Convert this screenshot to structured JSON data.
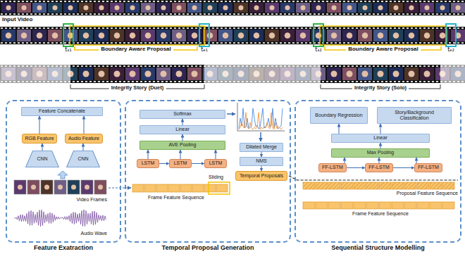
{
  "diagram": {
    "nodes": [
      {
        "text": [
          "Feature Exatraction"
        ]
      },
      {
        "text": [
          "Feature Concatenate"
        ],
        "in": 0
      },
      {
        "text": [
          "RGB Feature"
        ],
        "in": 0
      },
      {
        "text": [
          "Audio Feature"
        ],
        "in": 0
      },
      {
        "text": [
          "CNN"
        ],
        "in": 0
      },
      {
        "text": [
          "CNN"
        ],
        "in": 0
      },
      {
        "text": [
          "Temporal Proposal Generation"
        ]
      },
      {
        "text": [
          "Softmax"
        ],
        "in": 6
      },
      {
        "text": [
          "Linear"
        ],
        "in": 6
      },
      {
        "text": [
          "AVE Pooling"
        ],
        "in": 6
      },
      {
        "text": [
          "LSTM"
        ],
        "in": 6
      },
      {
        "text": [
          "LSTM"
        ],
        "in": 6
      },
      {
        "text": [
          "LSTM"
        ],
        "in": 6
      },
      {
        "text": [
          "Dilated Merge"
        ],
        "in": 6
      },
      {
        "text": [
          "NMS"
        ],
        "in": 6
      },
      {
        "text": [
          "Temporal Proposals"
        ],
        "in": 6
      },
      {
        "text": [
          "Sequential Structure Modelling"
        ]
      },
      {
        "text": [
          "Boundary Regression"
        ],
        "in": 16
      },
      {
        "text": [
          "Story/Background Classification"
        ],
        "in": 16
      },
      {
        "text": [
          "Linear"
        ],
        "in": 16
      },
      {
        "text": [
          "Max Pooling"
        ],
        "in": 16
      },
      {
        "text": [
          "FF-LSTM"
        ],
        "in": 16
      },
      {
        "text": [
          "FF-LSTM"
        ],
        "in": 16
      },
      {
        "text": [
          "FF-LSTM"
        ],
        "in": 16
      }
    ],
    "edges": [
      {
        "from": 4,
        "to": 2,
        "arrow": "to"
      },
      {
        "from": 5,
        "to": 3,
        "arrow": "to"
      },
      {
        "from": 2,
        "to": 1,
        "arrow": "to"
      },
      {
        "from": 3,
        "to": 1,
        "arrow": "to"
      },
      {
        "from": 10,
        "to": 11,
        "arrow": "to"
      },
      {
        "from": 11,
        "to": 12,
        "arrow": "to"
      },
      {
        "from": 10,
        "to": 9,
        "arrow": "to"
      },
      {
        "from": 11,
        "to": 9,
        "arrow": "to"
      },
      {
        "from": 12,
        "to": 9,
        "arrow": "to"
      },
      {
        "from": 9,
        "to": 8,
        "arrow": "to"
      },
      {
        "from": 8,
        "to": 7,
        "arrow": "to"
      },
      {
        "from": 13,
        "to": 14,
        "arrow": "to"
      },
      {
        "from": 14,
        "to": 15,
        "arrow": "to"
      },
      {
        "from": 21,
        "to": 22,
        "arrow": "to"
      },
      {
        "from": 22,
        "to": 23,
        "arrow": "to"
      },
      {
        "from": 21,
        "to": 20,
        "arrow": "to"
      },
      {
        "from": 22,
        "to": 20,
        "arrow": "to"
      },
      {
        "from": 23,
        "to": 20,
        "arrow": "to"
      },
      {
        "from": 20,
        "to": 19,
        "arrow": "to"
      },
      {
        "from": 19,
        "to": 17,
        "arrow": "to"
      },
      {
        "from": 19,
        "to": 18,
        "arrow": "to"
      }
    ],
    "labels": [
      "Input Video",
      "Boundary Aware Proposal",
      "tₛ₁",
      "tₑ₁",
      "Boundary Aware Proposal",
      "tₛ₂",
      "tₑ₂",
      "Integrity Story (Duet)",
      "Integrity Story (Solo)",
      "Video Frames",
      "Audio Wave",
      "Sliding",
      "Frame Feature Sequence",
      "Proposal Feature Sequence",
      "Frame Feature Sequence"
    ]
  }
}
